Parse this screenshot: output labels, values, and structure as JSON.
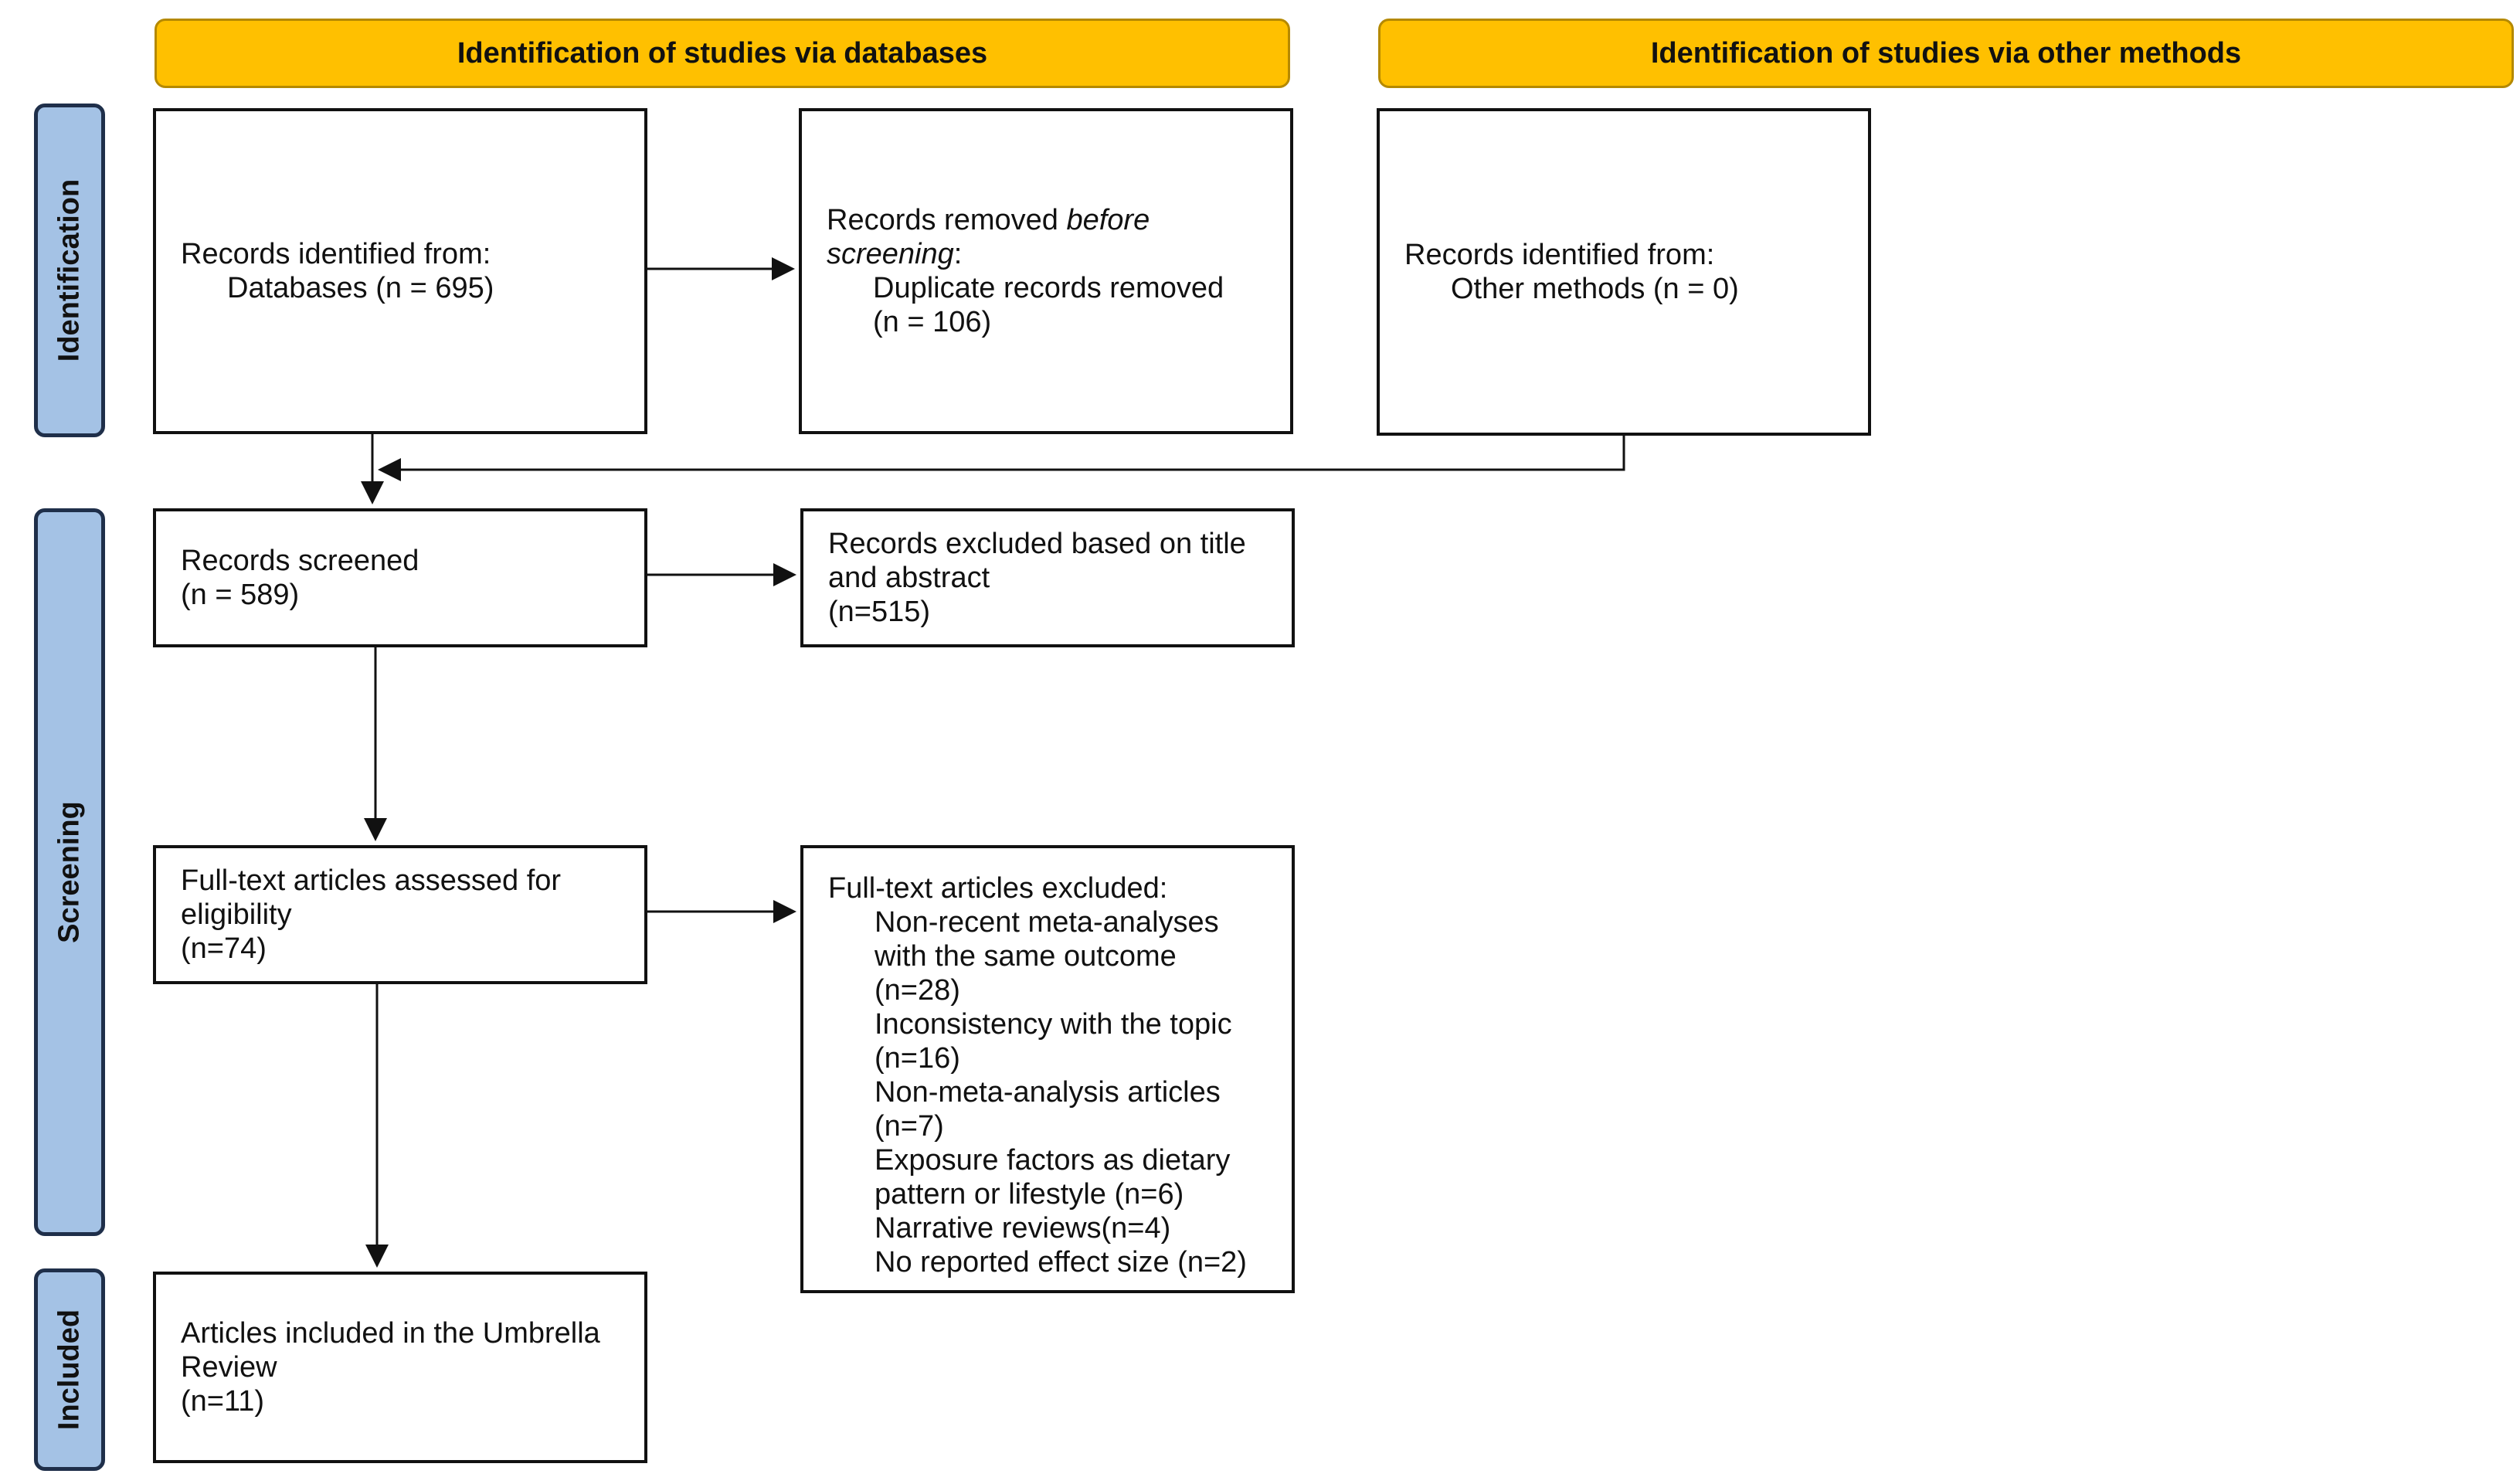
{
  "headers": {
    "databases": "Identification of studies via databases",
    "other_methods": "Identification of studies via other methods"
  },
  "stages": {
    "identification": "Identification",
    "screening": "Screening",
    "included": "Included"
  },
  "boxes": {
    "records_identified_db": {
      "line1": "Records identified from:",
      "line2": "Databases (n = 695)"
    },
    "records_removed": {
      "prefix": "Records removed ",
      "italic1": "before",
      "italic2": "screening",
      "colon": ":",
      "line3": "Duplicate records removed",
      "line4": "(n = 106)"
    },
    "records_identified_other": {
      "line1": "Records identified from:",
      "line2": "Other methods (n = 0)"
    },
    "records_screened": {
      "line1": "Records screened",
      "line2": "(n = 589)"
    },
    "records_excluded": {
      "line1": "Records excluded based on title",
      "line2": "and abstract",
      "line3": "(n=515)"
    },
    "fulltext_assessed": {
      "line1": "Full-text articles assessed for",
      "line2": "eligibility",
      "line3": "(n=74)"
    },
    "fulltext_excluded": {
      "title": "Full-text articles excluded:",
      "items": [
        "Non-recent meta-analyses",
        "with the same outcome",
        "(n=28)",
        "Inconsistency with the topic",
        "(n=16)",
        "Non-meta-analysis articles",
        "(n=7)",
        "Exposure factors as dietary",
        "pattern or lifestyle (n=6)",
        "Narrative reviews(n=4)",
        "No reported effect size (n=2)"
      ]
    },
    "included": {
      "line1": "Articles included in the Umbrella",
      "line2": "Review",
      "line3": "(n=11)"
    }
  },
  "colors": {
    "header_fill": "#ffc000",
    "stage_fill": "#a4c2e5",
    "stage_border": "#1f2f4a"
  }
}
